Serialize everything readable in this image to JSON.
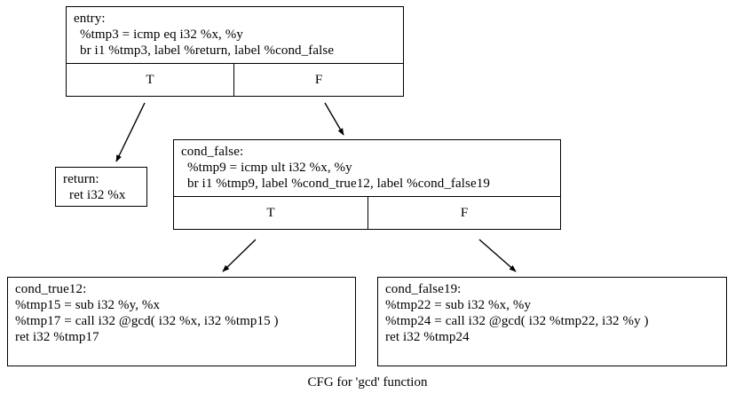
{
  "graph": {
    "caption": "CFG for 'gcd' function",
    "nodes": [
      {
        "id": "entry",
        "label": "entry:",
        "lines": [
          "%tmp3 = icmp eq i32 %x, %y",
          "br i1 %tmp3, label %return, label %cond_false"
        ],
        "branches": {
          "true_label": "T",
          "false_label": "F"
        }
      },
      {
        "id": "return",
        "label": "return:",
        "lines": [
          "ret i32 %x"
        ]
      },
      {
        "id": "cond_false",
        "label": "cond_false:",
        "lines": [
          "%tmp9 = icmp ult i32 %x, %y",
          "br i1 %tmp9, label %cond_true12, label %cond_false19"
        ],
        "branches": {
          "true_label": "T",
          "false_label": "F"
        }
      },
      {
        "id": "cond_true12",
        "label": "cond_true12:",
        "lines": [
          "%tmp15 = sub i32 %y, %x",
          "%tmp17 = call i32 @gcd( i32 %x, i32 %tmp15 )",
          "ret i32 %tmp17"
        ]
      },
      {
        "id": "cond_false19",
        "label": "cond_false19:",
        "lines": [
          "%tmp22 = sub i32 %x, %y",
          "%tmp24 = call i32 @gcd( i32 %tmp22, i32 %y )",
          "ret i32 %tmp24"
        ]
      }
    ],
    "edges": [
      {
        "from": "entry",
        "from_port": "T",
        "to": "return"
      },
      {
        "from": "entry",
        "from_port": "F",
        "to": "cond_false"
      },
      {
        "from": "cond_false",
        "from_port": "T",
        "to": "cond_true12"
      },
      {
        "from": "cond_false",
        "from_port": "F",
        "to": "cond_false19"
      }
    ],
    "colors": {
      "background": "#ffffff",
      "border": "#000000",
      "text": "#000000",
      "edge": "#000000"
    }
  }
}
